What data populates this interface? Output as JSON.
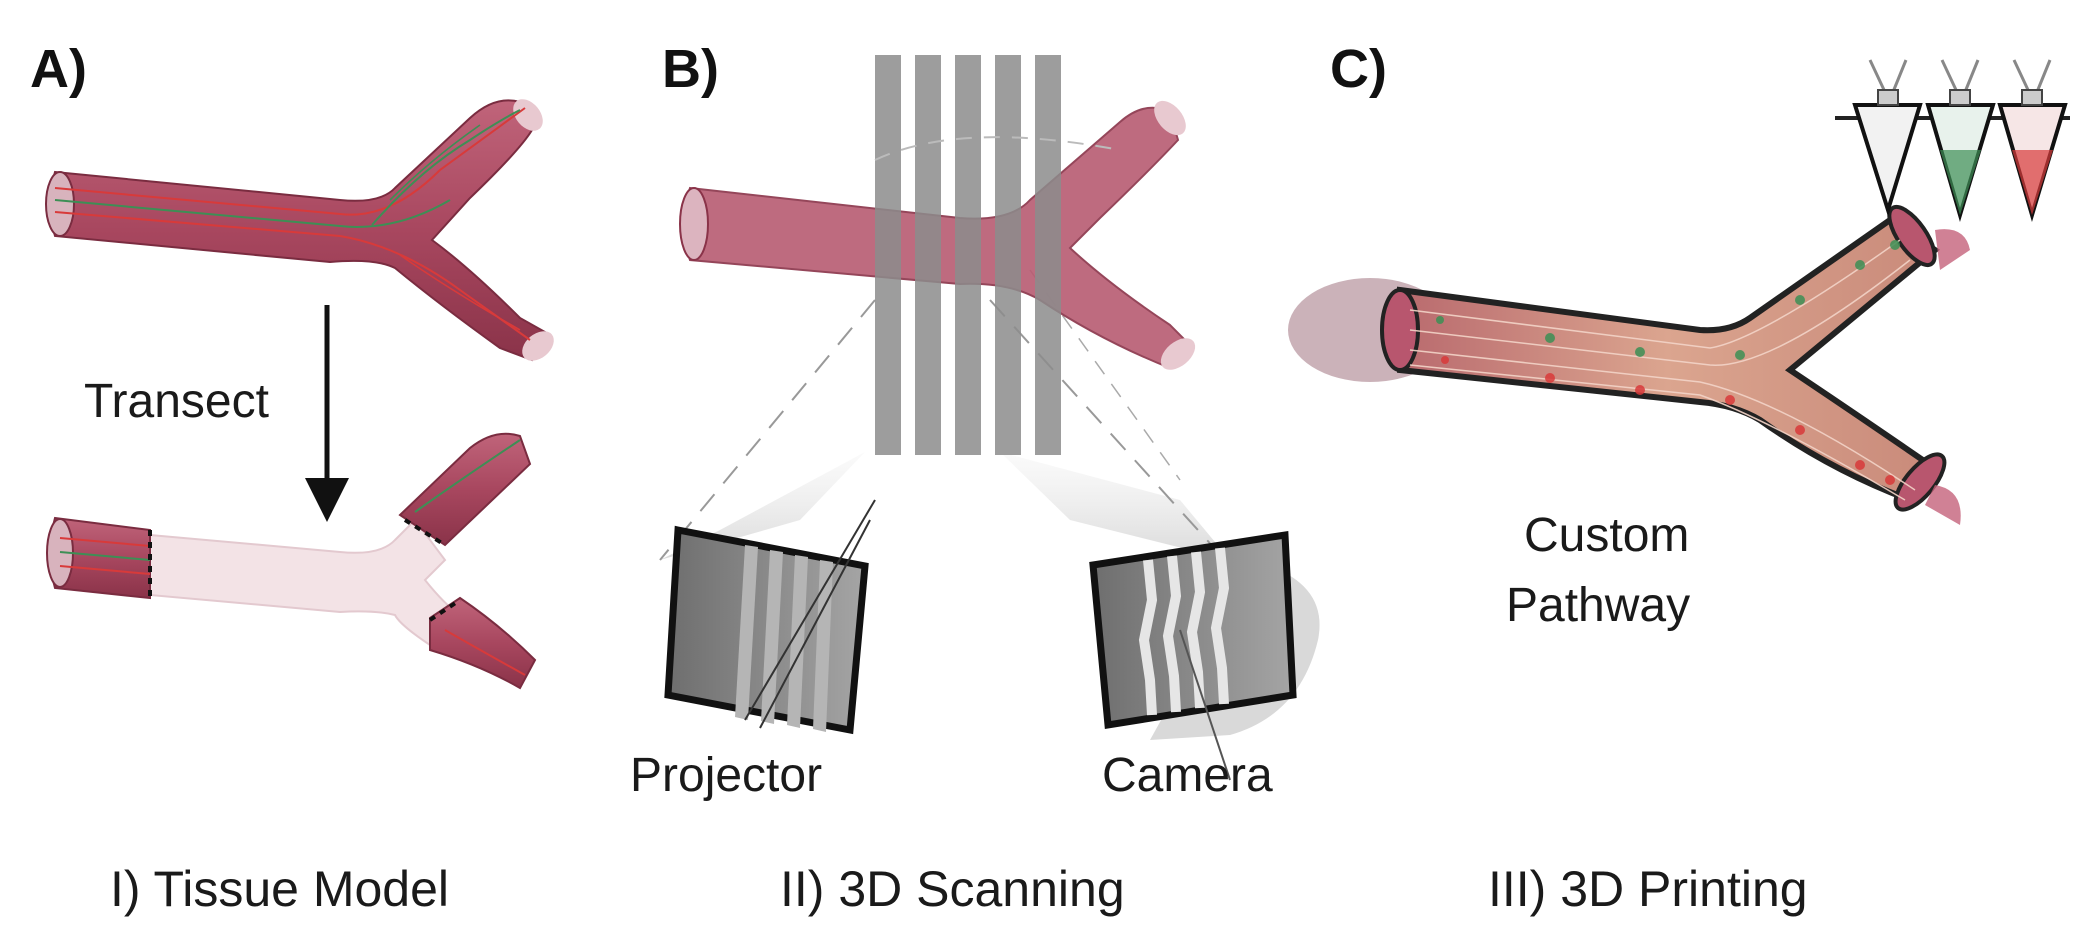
{
  "panels": [
    {
      "letter": "A)",
      "caption": "I) Tissue Model",
      "labels": {
        "arrow": "Transect"
      }
    },
    {
      "letter": "B)",
      "caption": "II) 3D Scanning",
      "labels": {
        "left_device": "Projector",
        "right_device": "Camera"
      }
    },
    {
      "letter": "C)",
      "caption": "III) 3D Printing",
      "labels": {
        "path_line1": "Custom",
        "path_line2": "Pathway"
      }
    }
  ],
  "colors": {
    "tissue": "#a8475f",
    "tissue_dark": "#7a2c40",
    "nerve_red": "#d83a3a",
    "nerve_green": "#3d8f55",
    "cut_tissue": "#f3e3e6",
    "stripe_gray": "#8c8c8c",
    "print_fill": "#d9a08a",
    "print_edge": "#222222"
  },
  "icons": [
    "down-arrow-icon",
    "projector-icon",
    "camera-icon",
    "syringe-icon"
  ]
}
